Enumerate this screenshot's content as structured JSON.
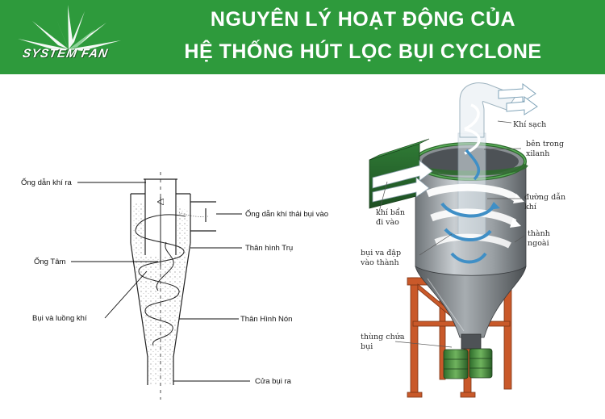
{
  "header": {
    "logo_text": "SYSTEM FAN",
    "title_line1": "NGUYÊN LÝ HOẠT ĐỘNG CỦA",
    "title_line2": "HỆ THỐNG HÚT LỌC BỤI CYCLONE"
  },
  "left_diagram": {
    "labels": {
      "outlet_pipe": "Ống dẫn khí ra",
      "inlet_pipe": "Ống dẫn khí thải bụi vào",
      "cylinder_body": "Thân hình Trụ",
      "center_tube": "Ống Tâm",
      "dust_and_air": "Bụi và luồng khí",
      "cone_body": "Thân Hình Nón",
      "dust_outlet": "Cửa bụi ra"
    }
  },
  "right_diagram": {
    "labels": {
      "clean_air_1": "Khí sạch",
      "inside_cylinder_1": "bên trong",
      "inside_cylinder_2": "xilanh",
      "path_1": "đường dẫn",
      "path_2": "khí",
      "dirty_air_1": "khí bẩn",
      "dirty_air_2": "đi vào",
      "dust_hits_1": "bụi va đập",
      "dust_hits_2": "vào thành",
      "outer_wall_1": "thành",
      "outer_wall_2": "ngoài",
      "dust_bin_1": "thùng chứa",
      "dust_bin_2": "bụi"
    }
  }
}
